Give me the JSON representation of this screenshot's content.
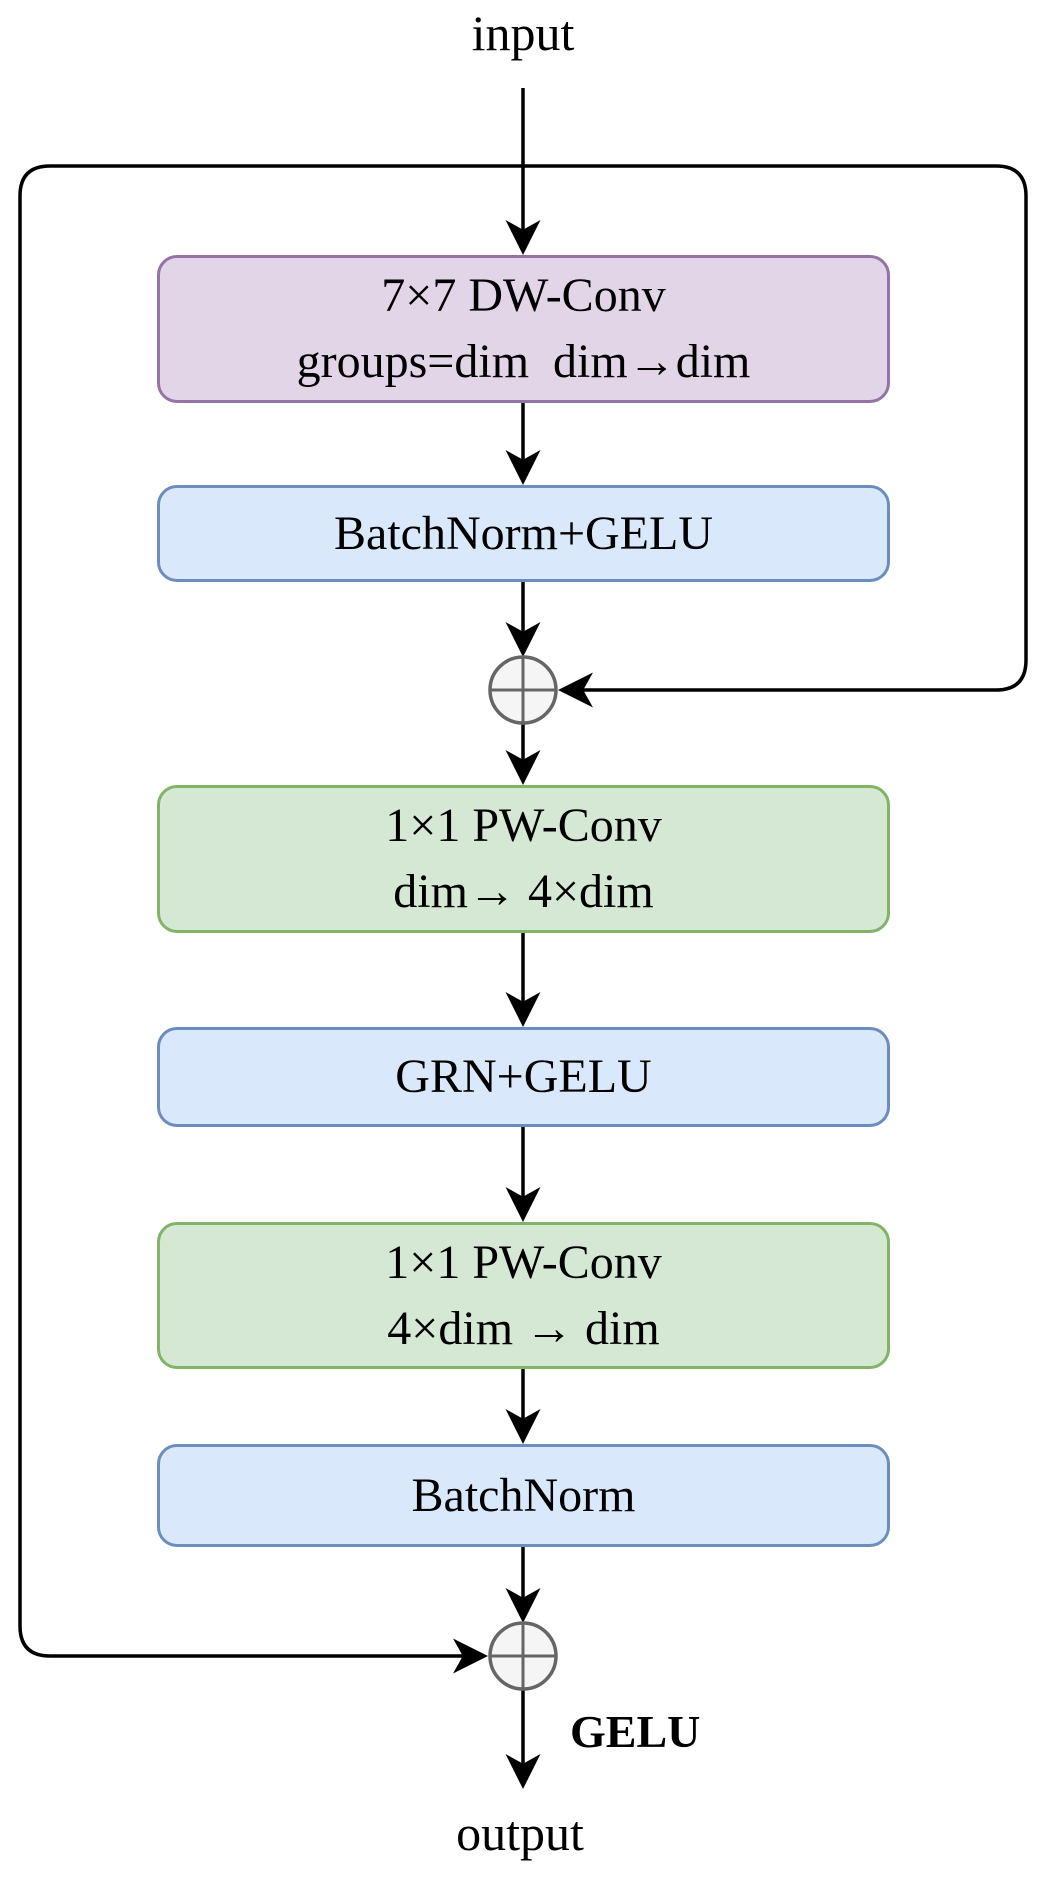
{
  "diagram": {
    "input_label": "input",
    "output_label": "output",
    "activation_label": "GELU",
    "nodes": [
      {
        "id": "dw-conv",
        "color": "purple",
        "lines": [
          "7×7 DW-Conv",
          "groups=dim  dim→dim"
        ]
      },
      {
        "id": "batchnorm-gelu",
        "color": "blue",
        "lines": [
          "BatchNorm+GELU"
        ]
      },
      {
        "id": "pw-conv-expand",
        "color": "green",
        "lines": [
          "1×1 PW-Conv",
          "dim→ 4×dim"
        ]
      },
      {
        "id": "grn-gelu",
        "color": "blue",
        "lines": [
          "GRN+GELU"
        ]
      },
      {
        "id": "pw-conv-reduce",
        "color": "green",
        "lines": [
          "1×1 PW-Conv",
          "4×dim → dim"
        ]
      },
      {
        "id": "batchnorm",
        "color": "blue",
        "lines": [
          "BatchNorm"
        ]
      }
    ],
    "operators": [
      {
        "id": "residual-add-1",
        "symbol": "⊕"
      },
      {
        "id": "residual-add-2",
        "symbol": "⊕"
      }
    ],
    "colors": {
      "purple_fill": "#e1d5e7",
      "purple_stroke": "#9673a6",
      "blue_fill": "#dae8fc",
      "blue_stroke": "#6c8ebf",
      "green_fill": "#d5e8d4",
      "green_stroke": "#82b366",
      "operator_fill": "#f5f5f5",
      "operator_stroke": "#666666",
      "wire": "#000000",
      "text": "#000000"
    }
  }
}
